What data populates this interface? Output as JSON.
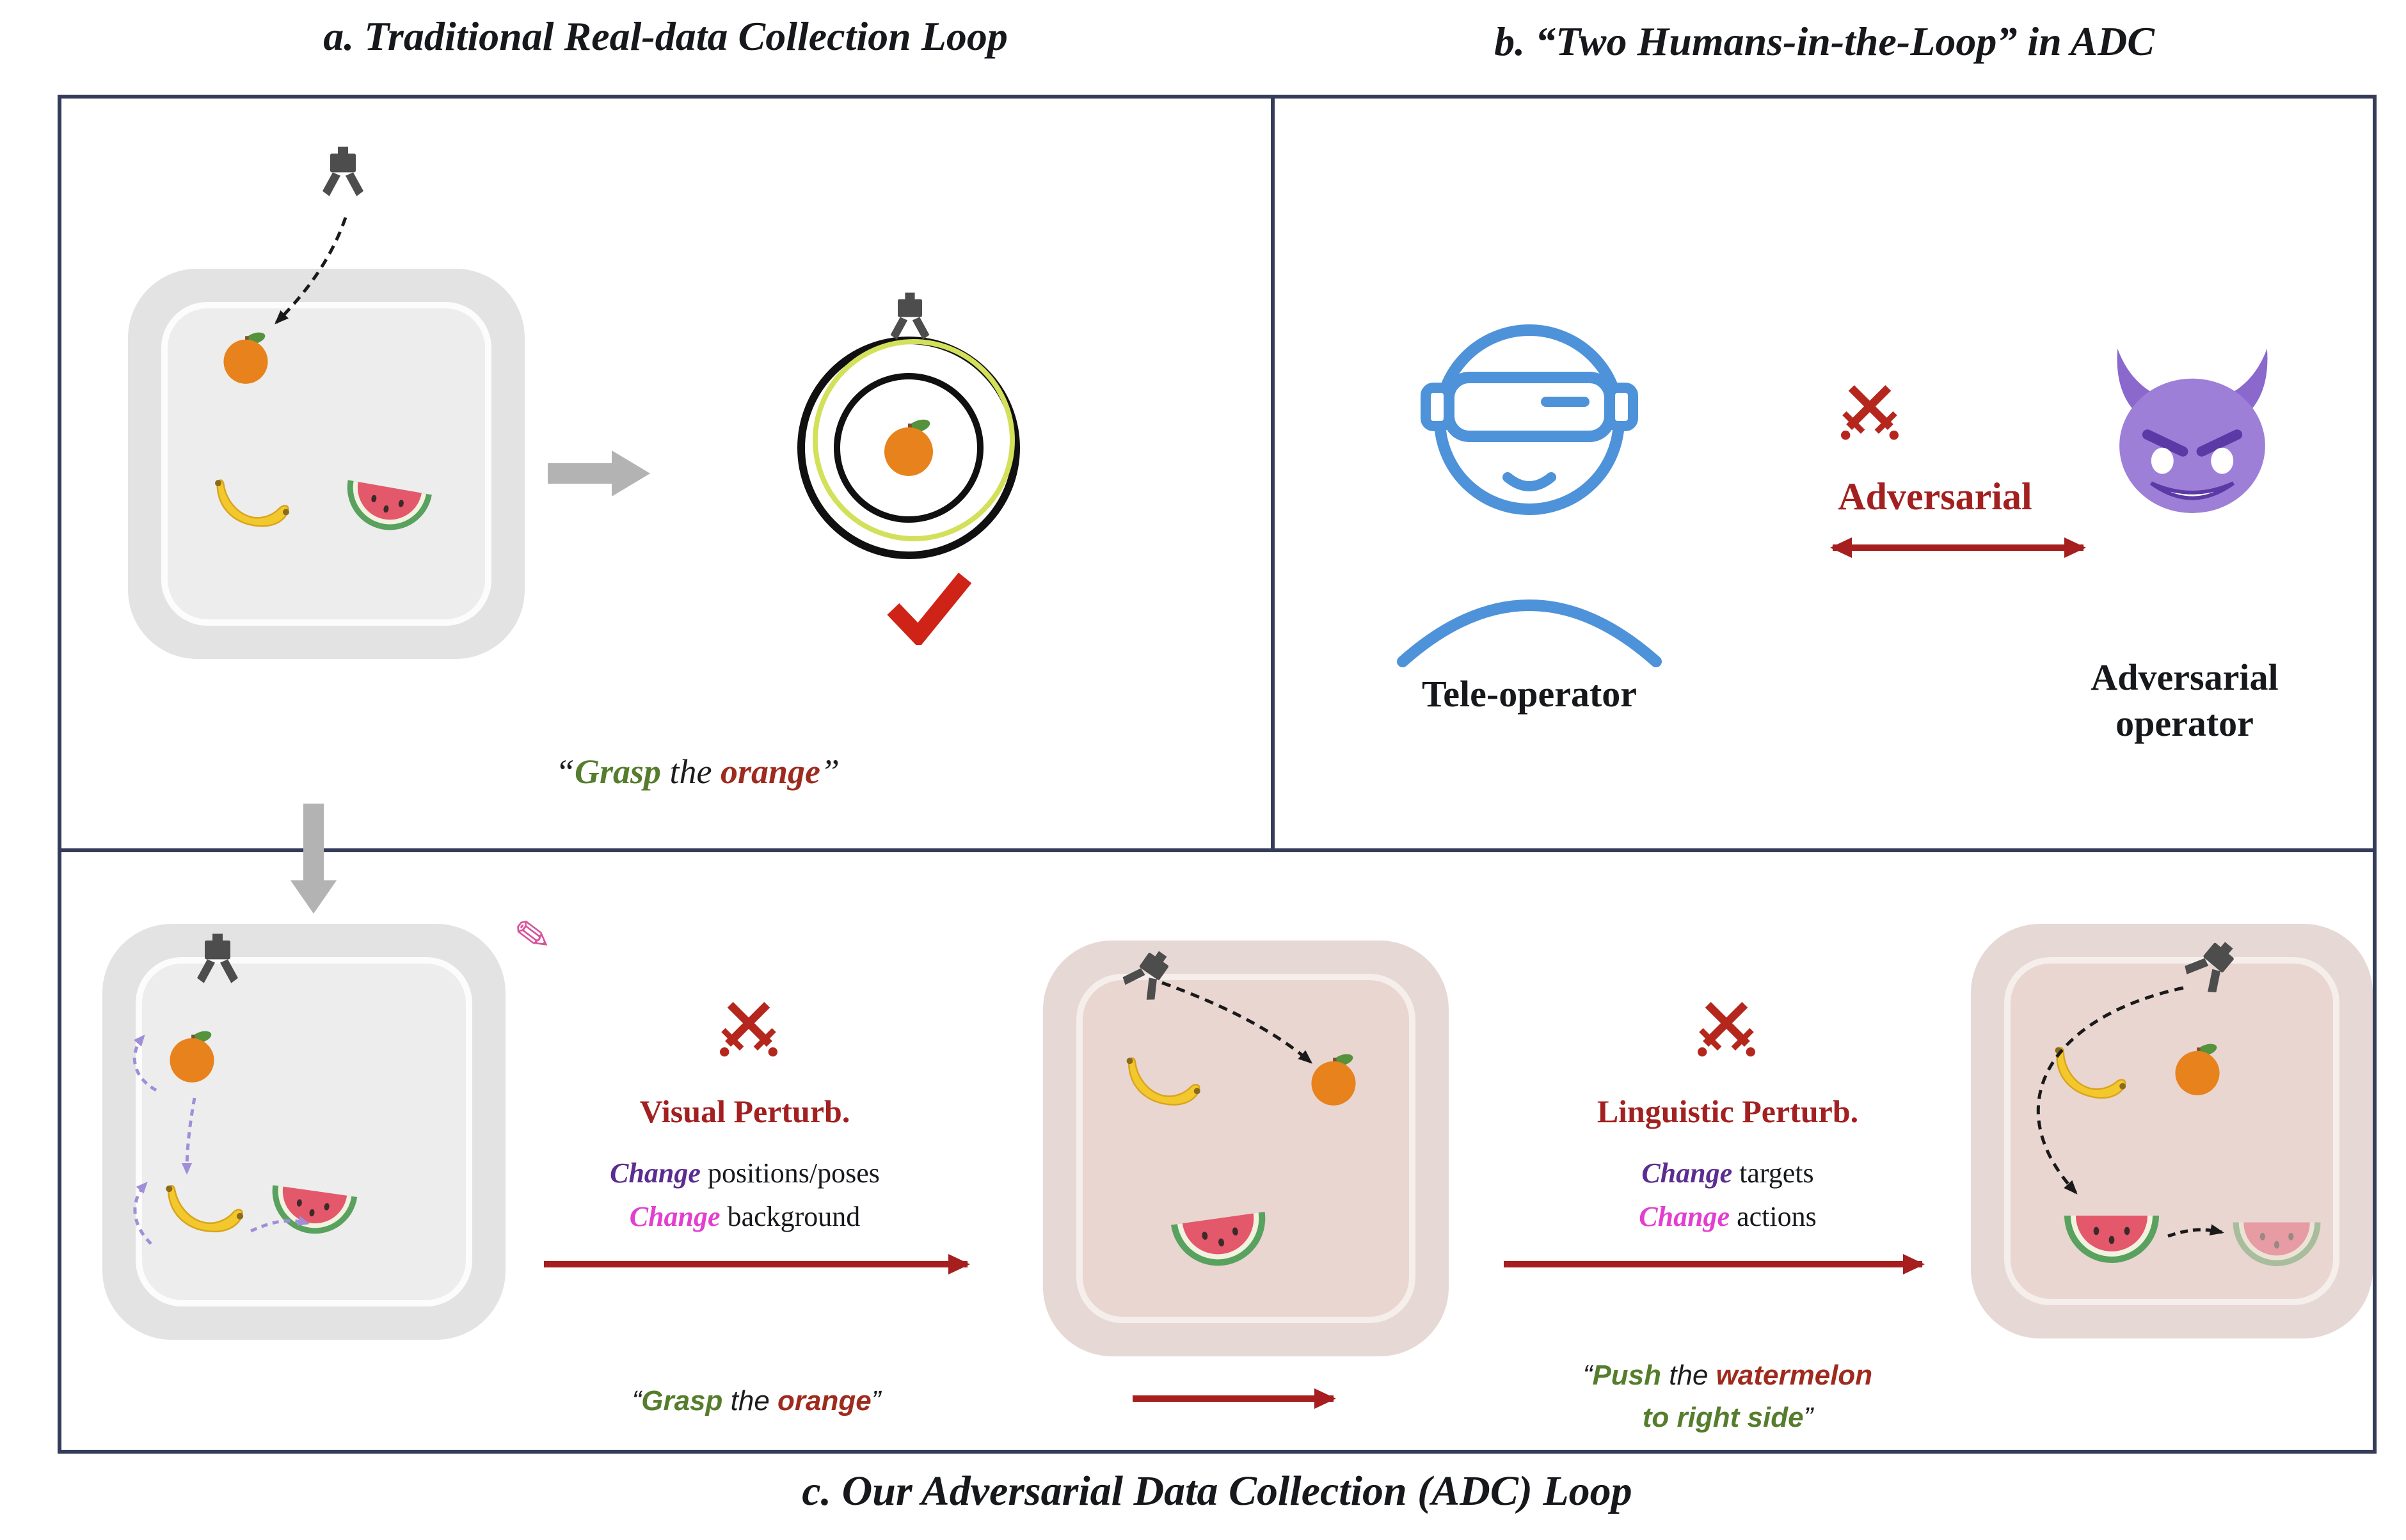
{
  "titles": {
    "a": "a. Traditional Real-data Collection Loop",
    "b": "b. “Two Humans-in-the-Loop” in ADC",
    "c": "c. Our Adversarial Data Collection (ADC) Loop"
  },
  "panel_a": {
    "caption": {
      "open": "“",
      "verb": "Grasp",
      "mid": " the ",
      "object": "orange",
      "close": "”"
    }
  },
  "panel_b": {
    "adversarial": "Adversarial",
    "teleoperator_label": "Tele-operator",
    "adversarial_operator_line1": "Adversarial",
    "adversarial_operator_line2": "operator"
  },
  "panel_c": {
    "visual": {
      "title": "Visual Perturb.",
      "line1_emph": "Change",
      "line1_text": " positions/poses",
      "line2_emph": "Change",
      "line2_text": " background"
    },
    "linguistic": {
      "title": "Linguistic Perturb.",
      "line1_emph": "Change",
      "line1_text": " targets",
      "line2_emph": "Change",
      "line2_text": " actions"
    },
    "caption_grasp": {
      "open": "“",
      "verb": "Grasp",
      "mid": " the ",
      "object": "orange",
      "close": "”"
    },
    "caption_push": {
      "open": "“",
      "verb": "Push",
      "mid": " the ",
      "object": "watermelon",
      "line2": "to right side",
      "close": "”"
    }
  },
  "icons": {
    "pencil": "✎"
  },
  "colors": {
    "frame": "#353c5a",
    "accent_red": "#a32020",
    "swords_red": "#b5271d",
    "check_red": "#cf2318",
    "verb_green": "#567d2d",
    "object_red": "#9e2b1e",
    "change_purple": "#5b2d90",
    "change_magenta": "#e23fd0",
    "operator_blue": "#4e93d9",
    "devil_purple": "#9d7fd8",
    "gray_arrow": "#b3b3b3"
  }
}
